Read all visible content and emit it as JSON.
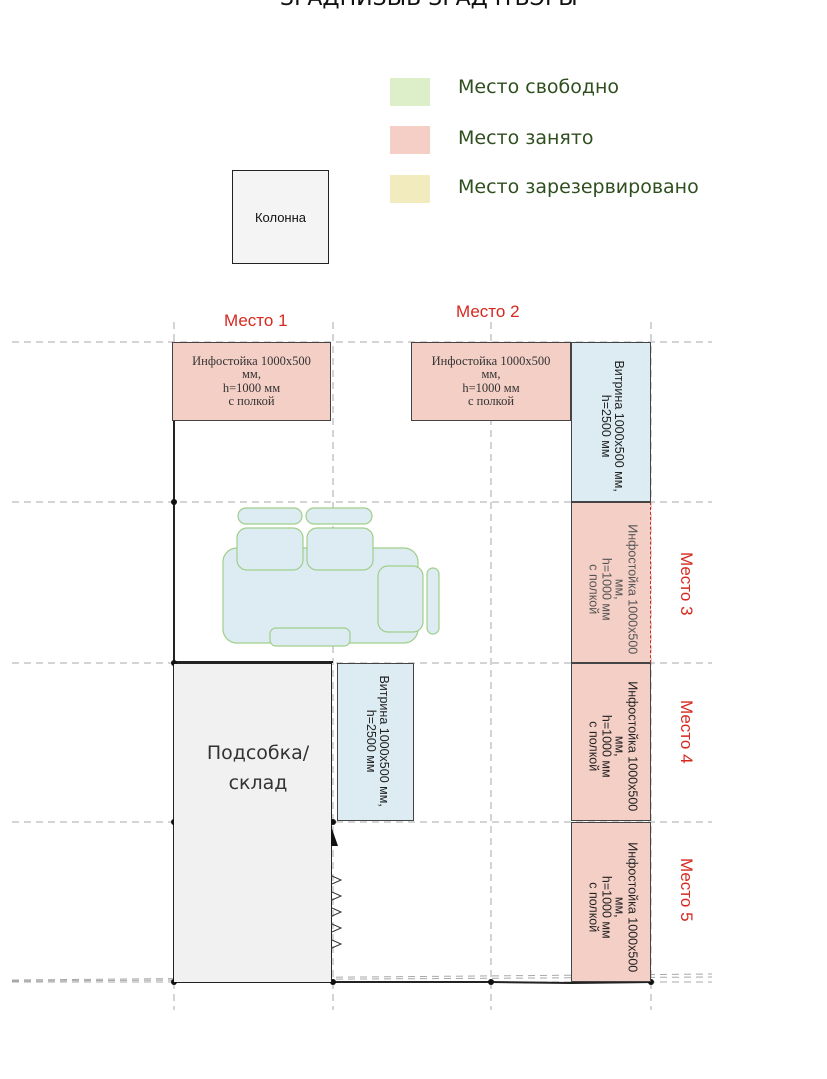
{
  "header": {
    "cut_title": "ЗРАДПИЗЫВ ЗРАД ПЪЭРЫ"
  },
  "legend": {
    "items": [
      {
        "label": "Место свободно",
        "color": "#dcefc8"
      },
      {
        "label": "Место занято",
        "color": "#f5cfc6"
      },
      {
        "label": "Место зарезервировано",
        "color": "#f1ebbd"
      }
    ]
  },
  "column": {
    "label": "Колонна"
  },
  "places": {
    "p1": "Место 1",
    "p2": "Место 2",
    "p3": "Место 3",
    "p4": "Место 4",
    "p5": "Место 5"
  },
  "booths": {
    "info1": "Инфостойка 1000х500\nмм,\nh=1000 мм\nс полкой",
    "info2": "Инфостойка 1000х500\nмм,\nh=1000 мм\nс полкой",
    "showcase_right": "Витрина 1000х500 мм,\nh=2500 мм",
    "info3": "Инфостойка 1000х500\nмм,\nh=1000 мм\nс полкой",
    "info4": "Инфостойка 1000х500\nмм,\nh=1000 мм\nс полкой",
    "info5": "Инфостойка 1000х500\nмм,\nh=1000 мм\nс полкой",
    "showcase_mid": "Витрина 1000х500 мм,\nh=2500 мм"
  },
  "storage": {
    "label": "Подсобка/\nсклад"
  },
  "colors": {
    "occupied": "#f4cfc6",
    "showcase": "#dcecf2",
    "place_label": "#d6281f"
  }
}
